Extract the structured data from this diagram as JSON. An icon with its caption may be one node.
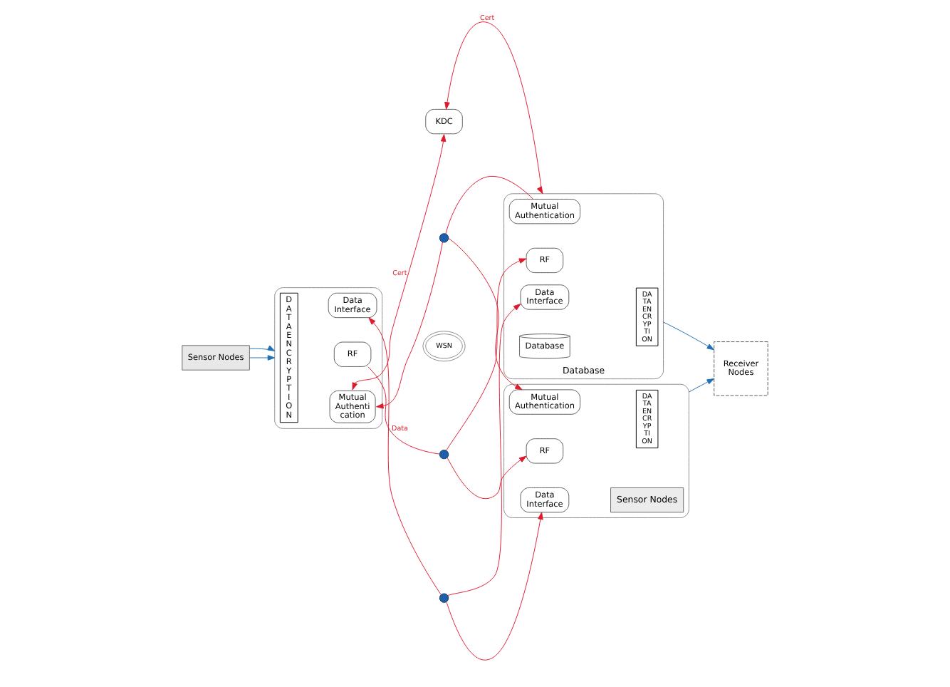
{
  "diagram": {
    "nodes": [
      {
        "text": [
          "Sensor Nodes"
        ]
      },
      {
        "text": [],
        "shape": "box"
      },
      {
        "text": [
          "DATA ENCRYPTION"
        ],
        "in": 1
      },
      {
        "text": [
          "Mutual Authentication"
        ],
        "in": 1
      },
      {
        "text": [
          "RF"
        ],
        "in": 1
      },
      {
        "text": [
          "Data Interface"
        ],
        "in": 1
      },
      {
        "text": [
          "KDC"
        ]
      },
      {
        "text": [
          "WSN"
        ]
      },
      {
        "text": [
          "Database"
        ]
      },
      {
        "text": [
          "Mutual Authentication"
        ],
        "in": 8
      },
      {
        "text": [
          "RF"
        ],
        "in": 8
      },
      {
        "text": [
          "Database"
        ],
        "in": 8
      },
      {
        "text": [
          "Data Interface"
        ],
        "in": 8
      },
      {
        "text": [
          "DATA ENCRYPTION"
        ],
        "in": 8
      },
      {
        "text": [
          "Sensor Nodes"
        ]
      },
      {
        "text": [
          "Mutual Authentication"
        ],
        "in": 14
      },
      {
        "text": [
          "RF"
        ],
        "in": 14
      },
      {
        "text": [
          "Data Interface"
        ],
        "in": 14
      },
      {
        "text": [
          "DATA ENCRYPTION"
        ],
        "in": 14
      },
      {
        "text": [
          "Receiver Nodes"
        ]
      },
      {
        "text": [],
        "shape": "circle"
      },
      {
        "text": [],
        "shape": "circle"
      },
      {
        "text": [],
        "shape": "circle"
      }
    ],
    "edges": [
      {
        "from": 0,
        "to": 1,
        "arrow": "to",
        "color": "#1f6fb5"
      },
      {
        "from": 0,
        "to": 1,
        "arrow": "to",
        "color": "#1f6fb5"
      },
      {
        "from": 6,
        "to": 3,
        "arrow": "both",
        "label": "Cert"
      },
      {
        "from": 6,
        "to": 8,
        "arrow": "both",
        "label": "Cert"
      },
      {
        "from": 9,
        "to": 20,
        "arrow": "none"
      },
      {
        "from": 20,
        "to": 3,
        "arrow": "to"
      },
      {
        "from": 20,
        "to": 15,
        "arrow": "to"
      },
      {
        "from": 4,
        "to": 21,
        "arrow": "none",
        "label": "Data"
      },
      {
        "from": 21,
        "to": 10,
        "arrow": "to"
      },
      {
        "from": 21,
        "to": 16,
        "arrow": "to"
      },
      {
        "from": 22,
        "to": 5,
        "arrow": "to"
      },
      {
        "from": 22,
        "to": 12,
        "arrow": "to"
      },
      {
        "from": 22,
        "to": 17,
        "arrow": "to"
      },
      {
        "from": 8,
        "to": 19,
        "arrow": "to",
        "color": "#1f6fb5"
      },
      {
        "from": 14,
        "to": 19,
        "arrow": "to",
        "color": "#1f6fb5"
      }
    ]
  }
}
